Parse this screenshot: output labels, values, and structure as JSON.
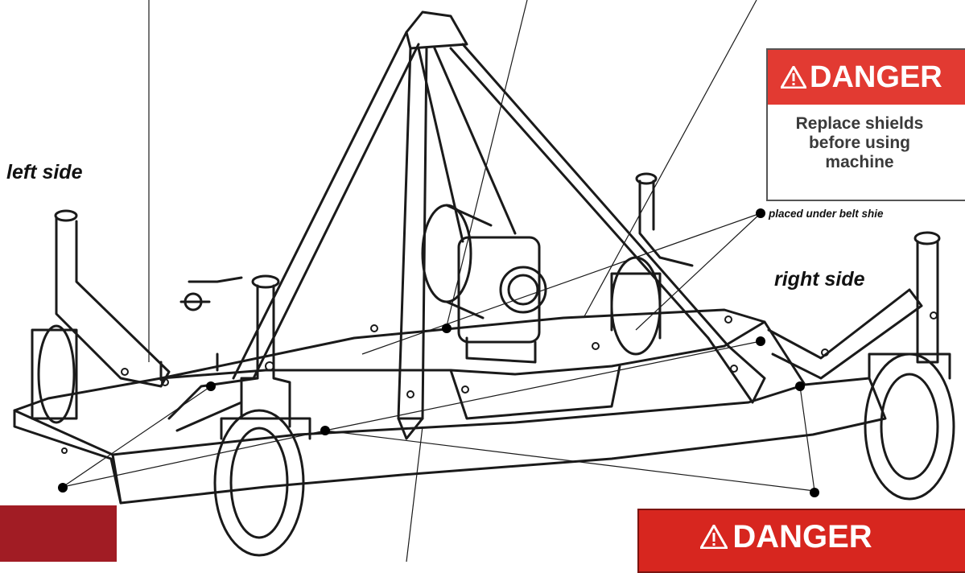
{
  "labels": {
    "left_side": "left side",
    "right_side": "right side"
  },
  "decals": {
    "top": {
      "header": "DANGER",
      "message_lines": [
        "Replace shields",
        "before using",
        "machine"
      ],
      "note": "placed under belt shie"
    },
    "bottom": {
      "header": "DANGER"
    }
  },
  "colors": {
    "danger_red": "#e23a32",
    "danger_red_dark": "#d7261f",
    "swatch_red": "#a11c24",
    "line": "#1a1a1a"
  },
  "icons": [
    "warning-triangle-icon"
  ]
}
